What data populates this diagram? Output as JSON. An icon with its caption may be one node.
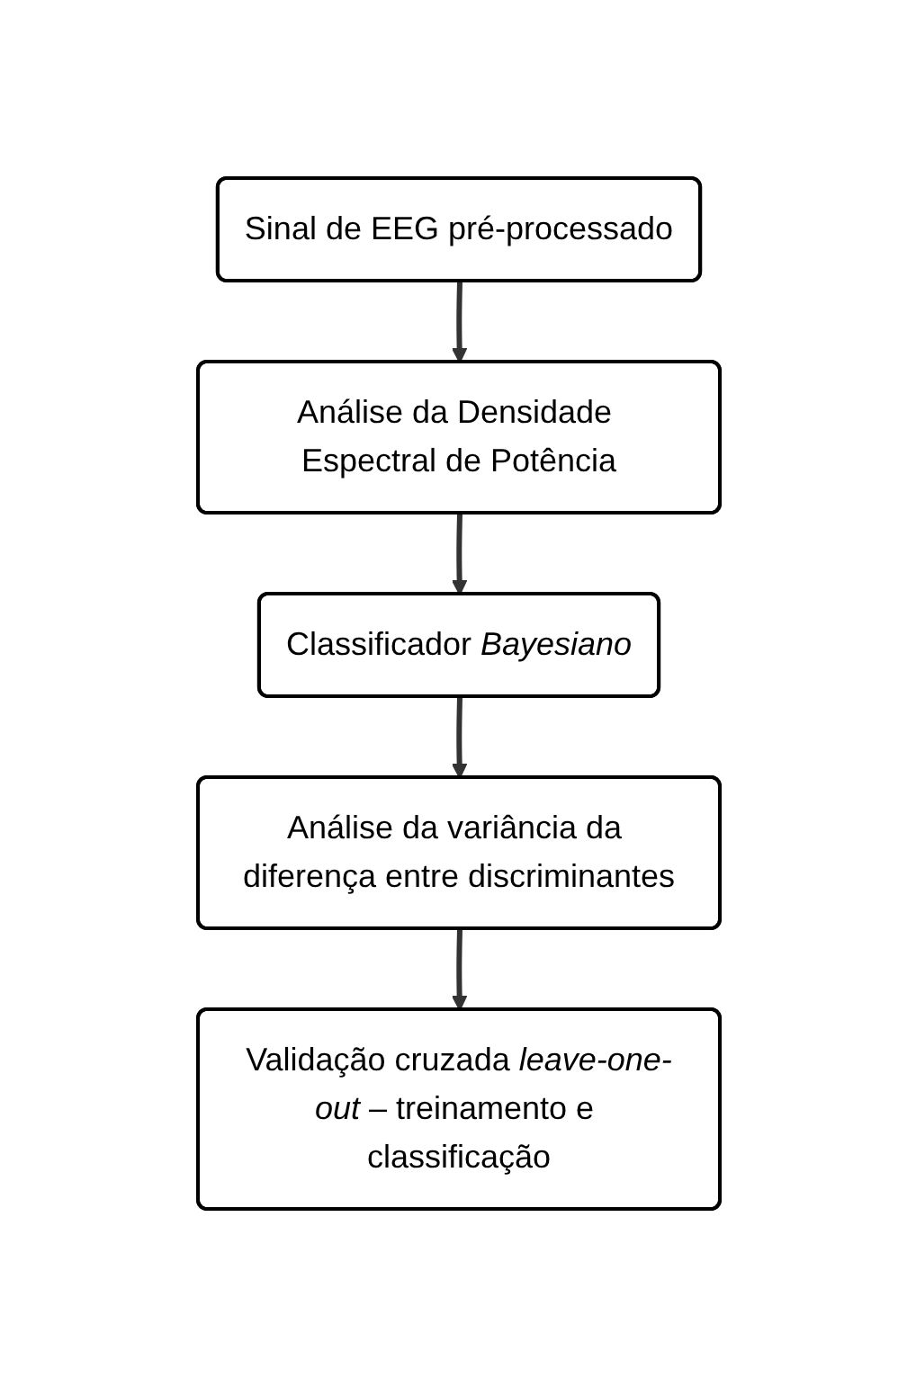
{
  "diagram": {
    "nodes": [
      {
        "text": [
          "Sinal de EEG pré-processado"
        ]
      },
      {
        "text": [
          "Análise da Densidade Espectral de Potência"
        ]
      },
      {
        "text": [
          "Classificador *Bayesiano*"
        ]
      },
      {
        "text": [
          "Análise da variância da diferença entre discriminantes"
        ]
      },
      {
        "text": [
          "Validação cruzada *leave-one-out* – treinamento e classificação"
        ]
      }
    ],
    "edges": [
      {
        "from": 0,
        "to": 1,
        "arrow": "to"
      },
      {
        "from": 1,
        "to": 2,
        "arrow": "to"
      },
      {
        "from": 2,
        "to": 3,
        "arrow": "to"
      },
      {
        "from": 3,
        "to": 4,
        "arrow": "to"
      }
    ]
  }
}
